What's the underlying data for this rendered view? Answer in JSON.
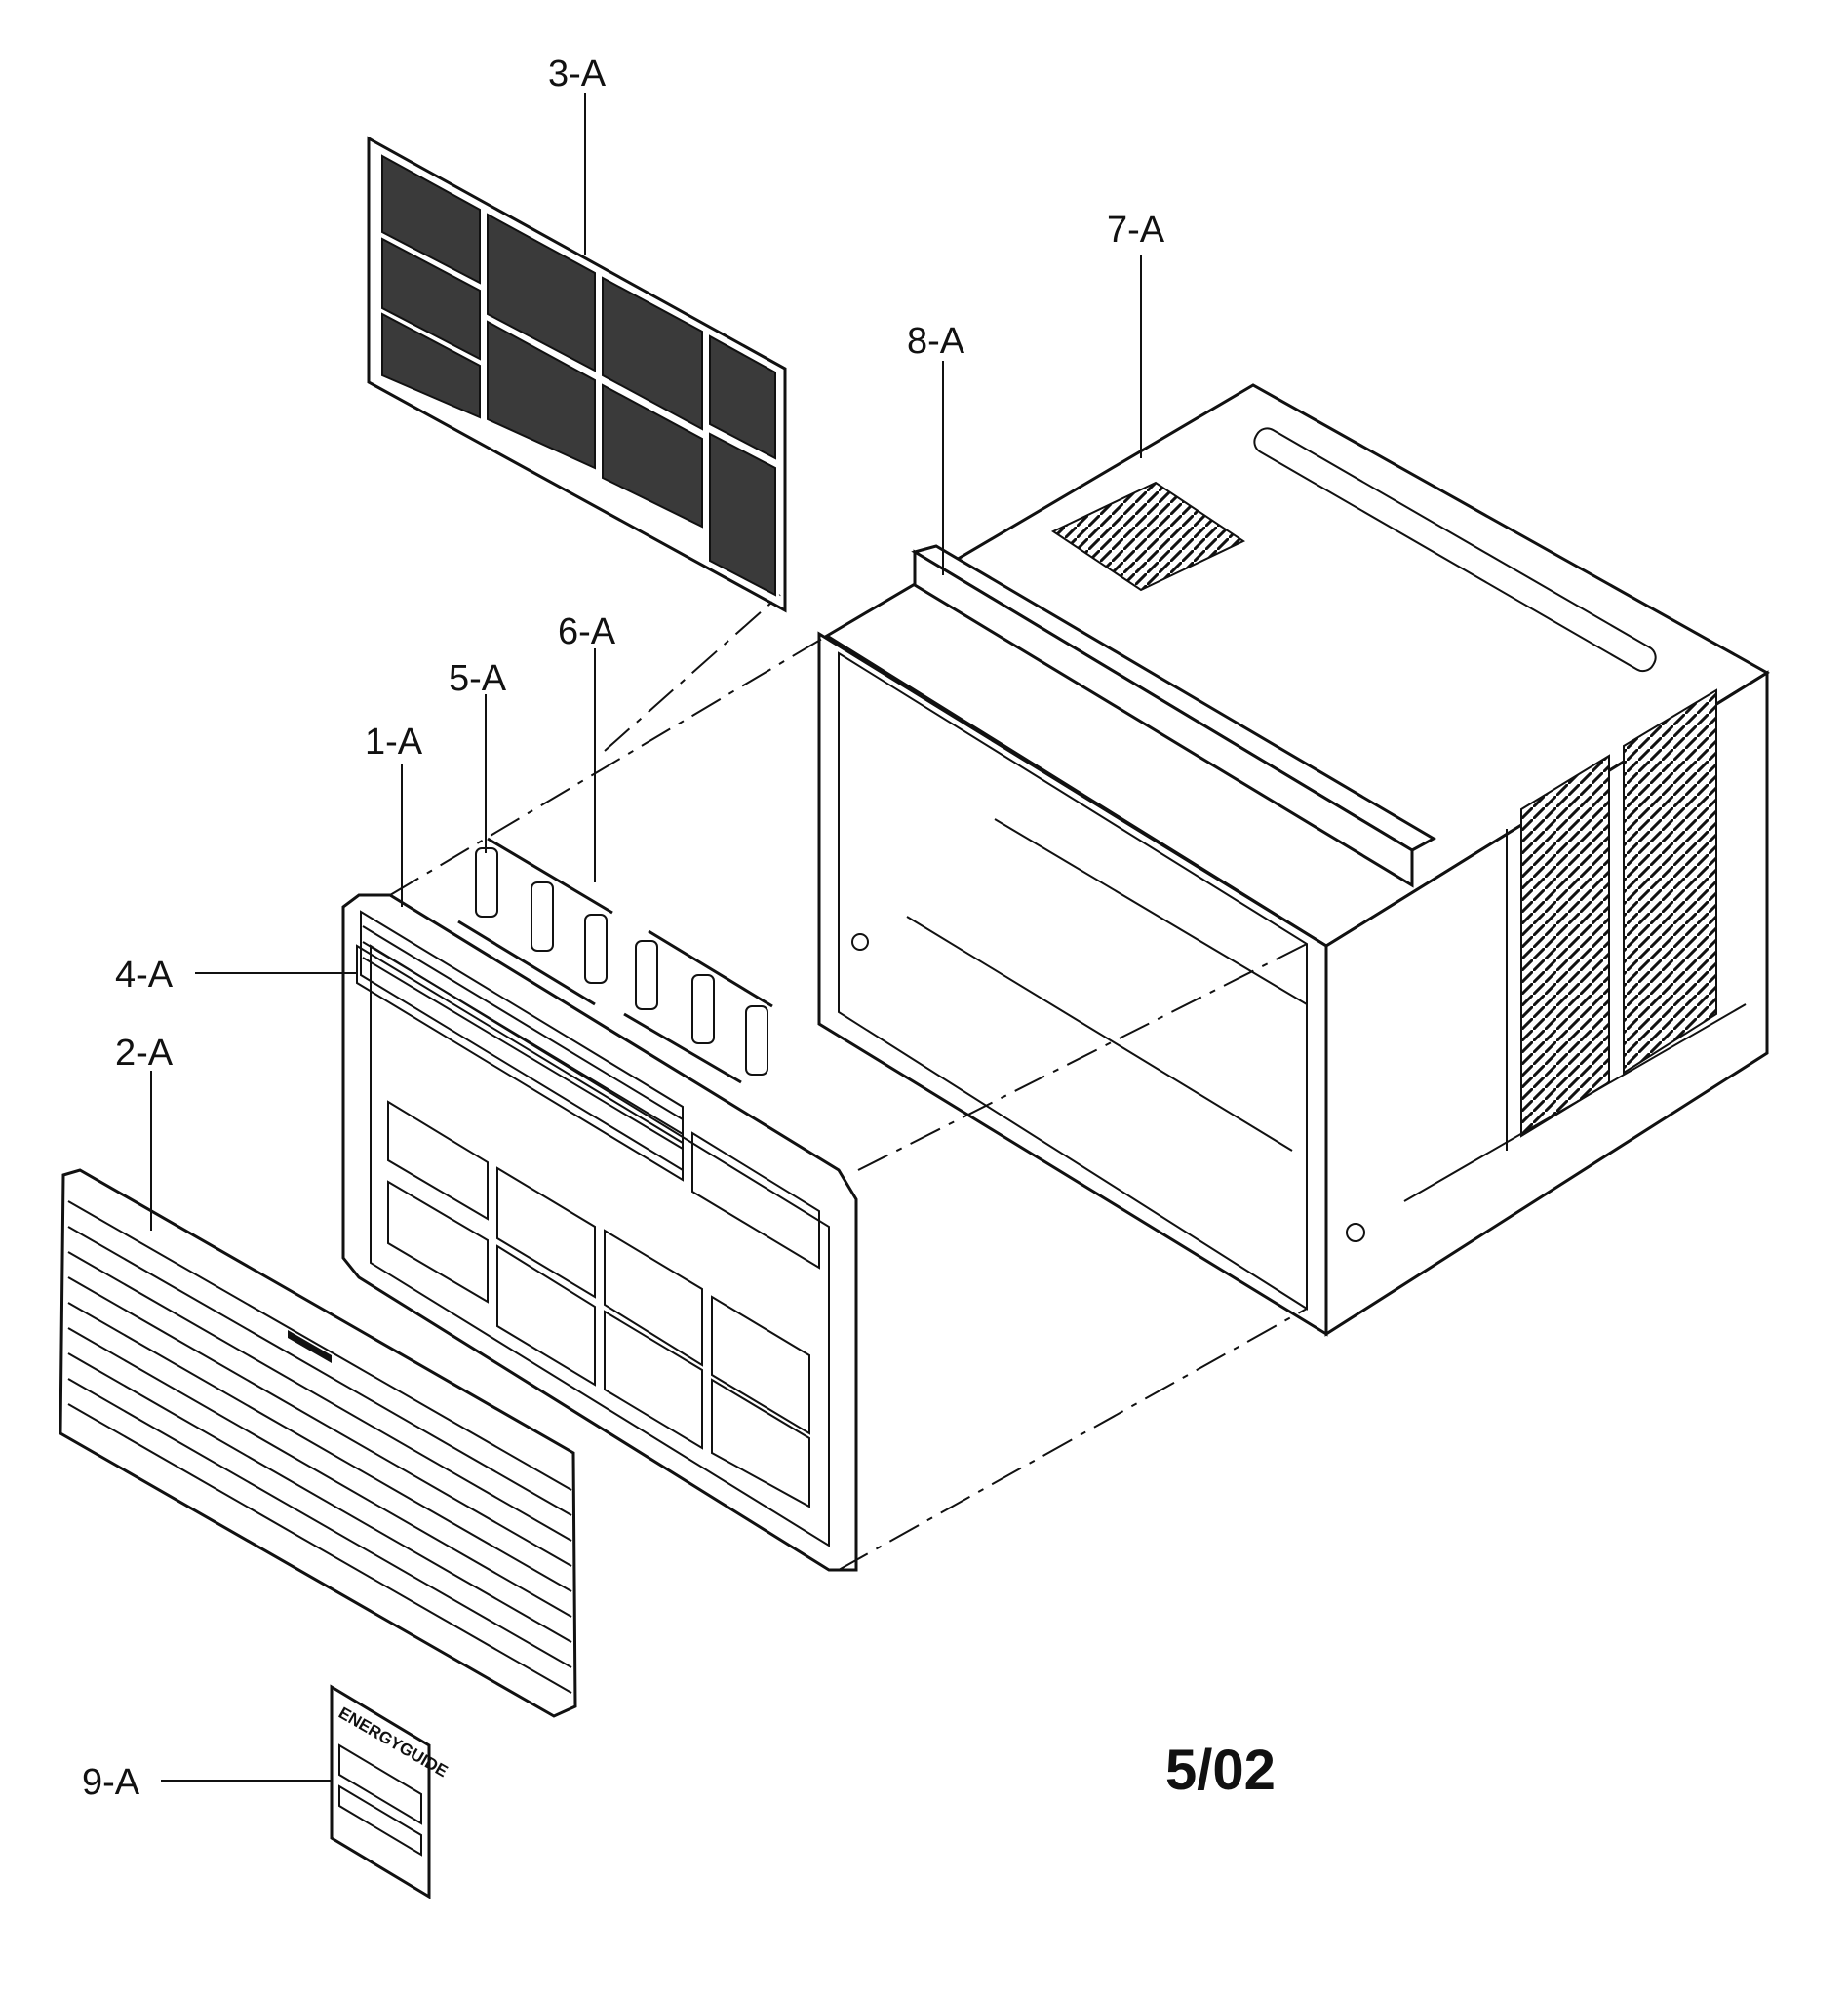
{
  "parts": [
    {
      "id": "3-A"
    },
    {
      "id": "7-A"
    },
    {
      "id": "8-A"
    },
    {
      "id": "6-A"
    },
    {
      "id": "5-A"
    },
    {
      "id": "1-A"
    },
    {
      "id": "4-A"
    },
    {
      "id": "2-A"
    },
    {
      "id": "9-A"
    }
  ],
  "revision_date": "5/02",
  "energy_label_text": "ENERGYGUIDE"
}
